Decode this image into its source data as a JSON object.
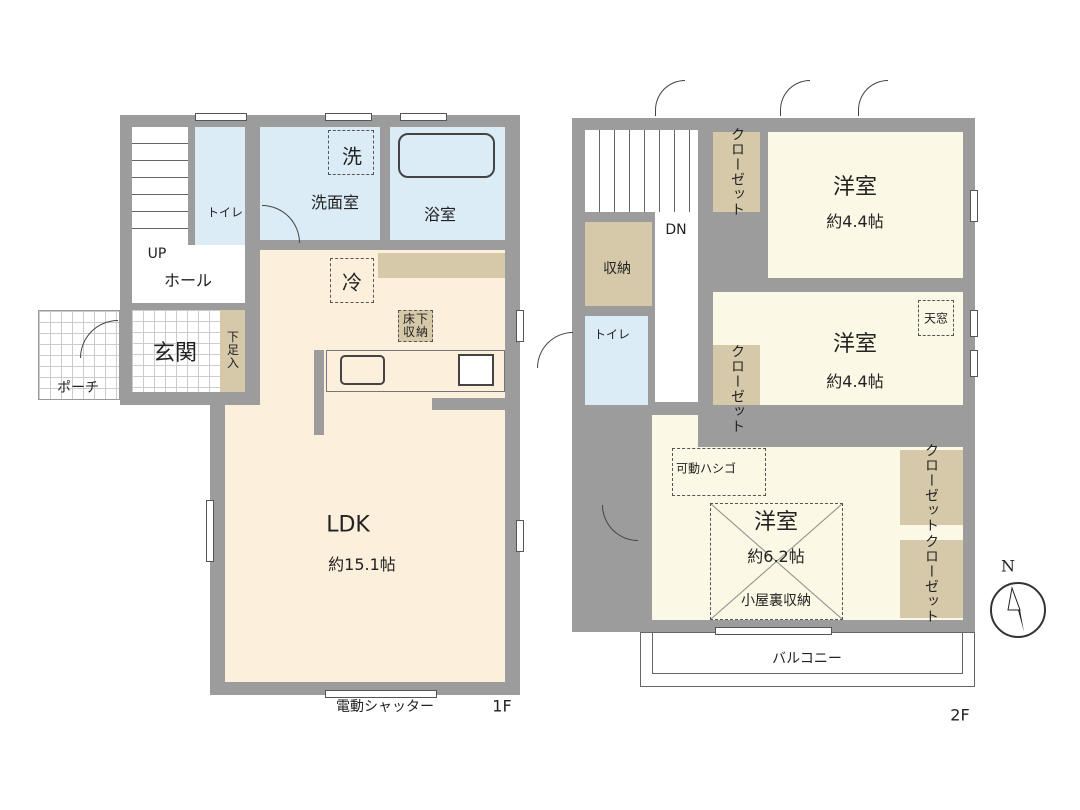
{
  "floor1": {
    "label": "1F",
    "rooms": {
      "washer": "洗",
      "washroom": "洗面室",
      "bath": "浴室",
      "toilet": "トイレ",
      "up": "UP",
      "hall": "ホール",
      "fridge": "冷",
      "underfloor_storage": "床下収納",
      "entrance": "玄関",
      "shoe_storage": "下足入",
      "porch": "ポーチ",
      "ldk": "LDK",
      "ldk_size": "約15.1帖",
      "shutter": "電動シャッター"
    }
  },
  "floor2": {
    "label": "2F",
    "rooms": {
      "closet": "クローゼット",
      "bedroom": "洋室",
      "bedroom1_size": "約4.4帖",
      "dn": "DN",
      "storage": "収納",
      "toilet": "トイレ",
      "skylight": "天窓",
      "bedroom2_size": "約4.4帖",
      "ladder": "可動ハシゴ",
      "bedroom3_size": "約6.2帖",
      "attic": "小屋裏収納",
      "balcony": "バルコニー"
    }
  },
  "compass": {
    "north": "N"
  },
  "colors": {
    "wall": "#9c9c9c",
    "ldk": "#fcefdc",
    "wet": "#dcecf7",
    "closet": "#d6c9a9",
    "bedroom": "#fcf8e6"
  }
}
